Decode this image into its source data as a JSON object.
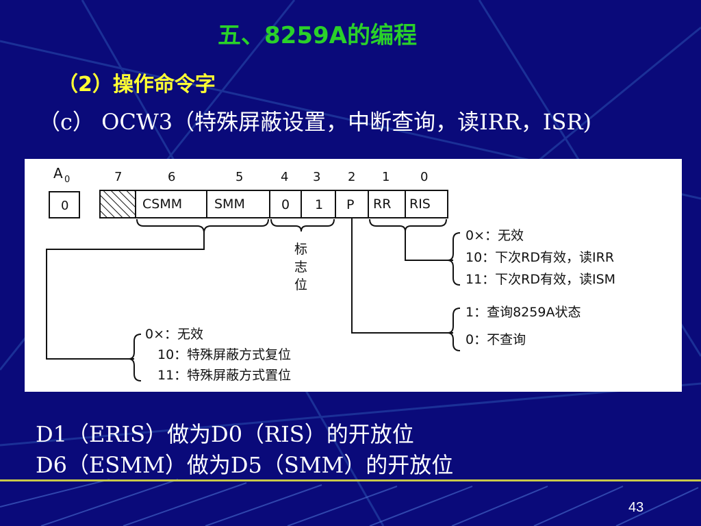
{
  "slide": {
    "title": "五、8259A的编程",
    "subtitle": "（2）操作命令字",
    "heading": "（c） OCW3（特殊屏蔽设置，中断查询，读IRR，ISR)",
    "notes": [
      "D1（ERIS）做为D0（RIS）的开放位",
      "D6（ESMM）做为D5（SMM）的开放位"
    ],
    "page_number": "43"
  },
  "diagram": {
    "a0_label": "A",
    "a0_sub": "0",
    "a0_value": "0",
    "bit_numbers": [
      "7",
      "6",
      "5",
      "4",
      "3",
      "2",
      "1",
      "0"
    ],
    "bit_fields": [
      "",
      "CSMM",
      "SMM",
      "0",
      "1",
      "P",
      "RR",
      "RIS"
    ],
    "flag_label": [
      "标",
      "志",
      "位"
    ],
    "rr_ris_options": [
      "0×：无效",
      "10：下次RD有效，读IRR",
      "11：下次RD有效，读ISM"
    ],
    "p_options": [
      "1：查询8259A状态",
      "0：不查询"
    ],
    "smm_options": [
      "0×：无效",
      "10：特殊屏蔽方式复位",
      "11：特殊屏蔽方式置位"
    ]
  },
  "colors": {
    "background": "#0a0a7a",
    "title": "#2ad12a",
    "subtitle": "#ffff33",
    "text": "#ffffff"
  }
}
